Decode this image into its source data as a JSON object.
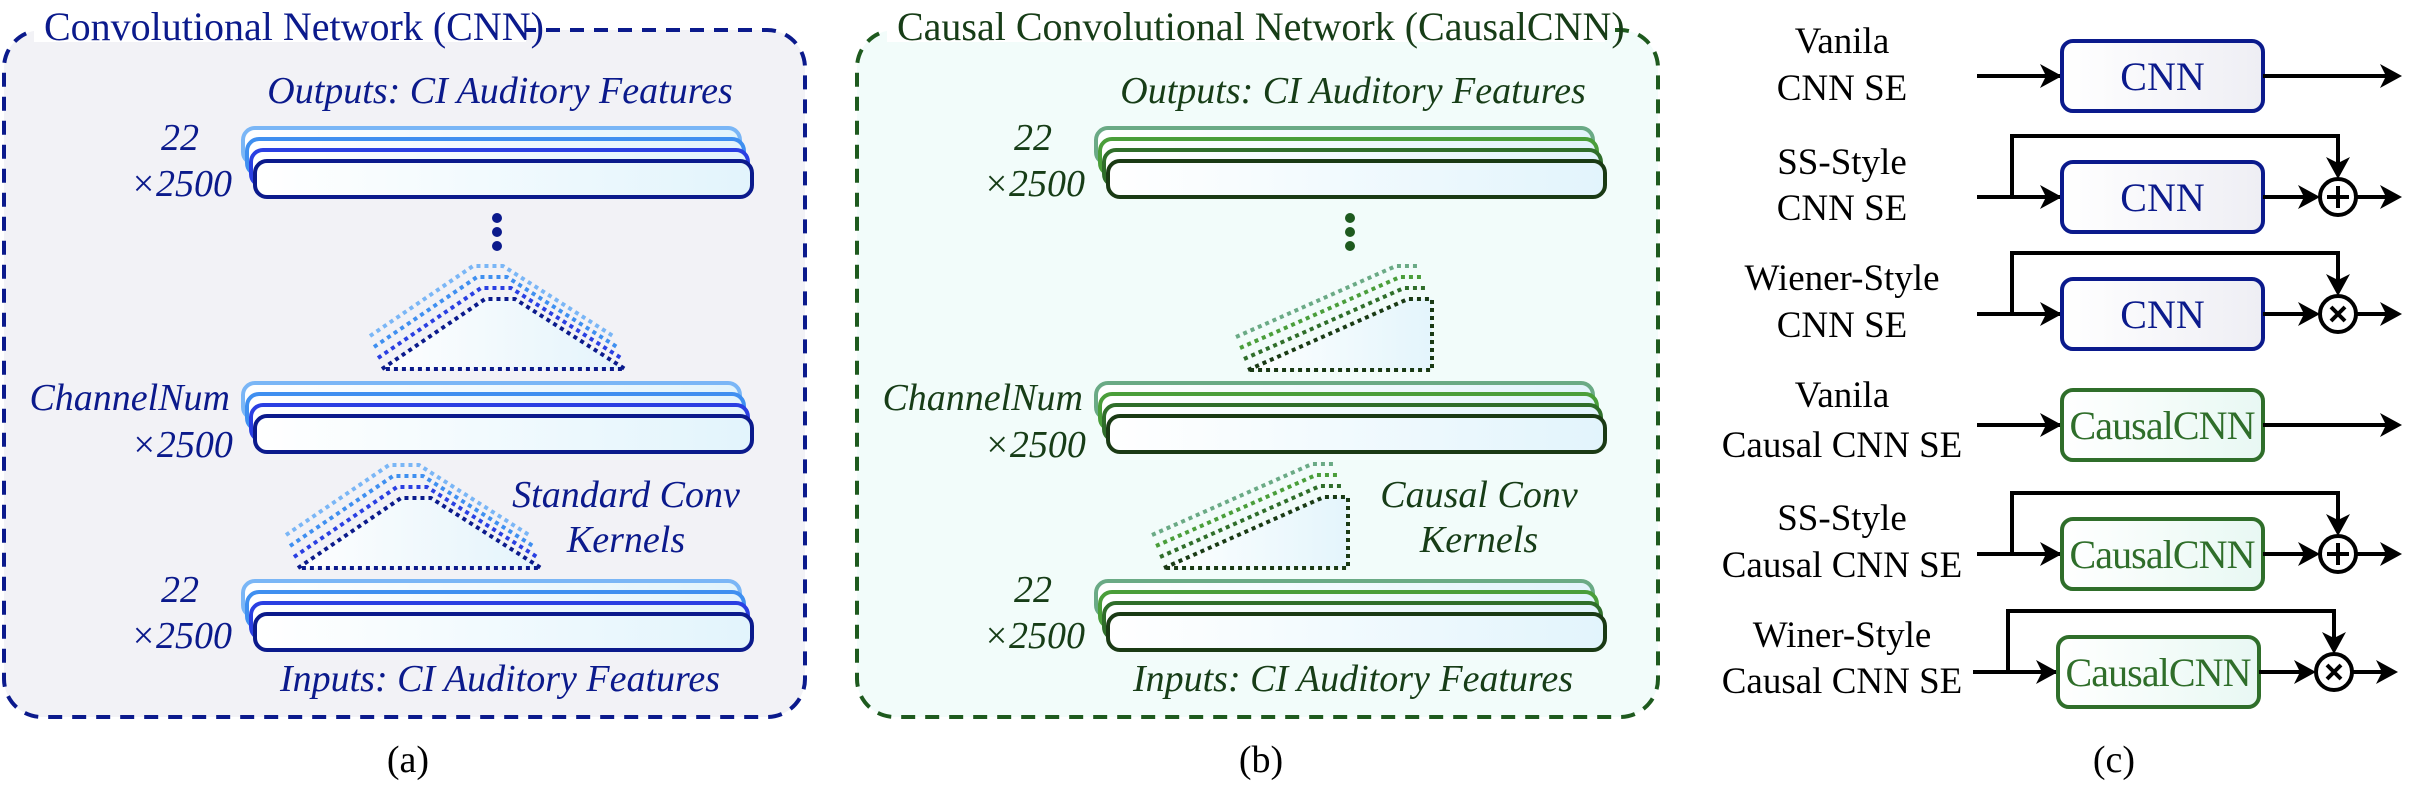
{
  "figure": {
    "panels": [
      {
        "id": "a",
        "title": "Convolutional Network (CNN)",
        "caption": "(a)",
        "outputs_label": "Outputs: CI Auditory Features",
        "inputs_label": "Inputs: CI Auditory Features",
        "top_dims": [
          "22",
          "×2500"
        ],
        "middle_dims": [
          "ChannelNum",
          "×2500"
        ],
        "bottom_dims": [
          "22",
          "×2500"
        ],
        "kernel_label": [
          "Standard Conv",
          "Kernels"
        ],
        "kernel_type": "standard",
        "colors": {
          "accent": "#0b1a8c",
          "text": "#0b1a8c",
          "layers": [
            "#7ab6f6",
            "#3f8ff0",
            "#2a3fe2",
            "#0b1a8c"
          ],
          "panel_bg": "#f2f2f6",
          "layer_fill": "#eaf6fd"
        }
      },
      {
        "id": "b",
        "title": "Causal Convolutional Network (CausalCNN)",
        "caption": "(b)",
        "outputs_label": "Outputs: CI Auditory Features",
        "inputs_label": "Inputs: CI Auditory Features",
        "top_dims": [
          "22",
          "×2500"
        ],
        "middle_dims": [
          "ChannelNum",
          "×2500"
        ],
        "bottom_dims": [
          "22",
          "×2500"
        ],
        "kernel_label": [
          "Causal Conv",
          "Kernels"
        ],
        "kernel_type": "causal",
        "colors": {
          "accent": "#1e5a1e",
          "text": "#173d17",
          "layers": [
            "#6aaa85",
            "#4a9e3a",
            "#2f6e2a",
            "#1a3a14"
          ],
          "panel_bg": "#f2fcfa",
          "layer_fill": "#eaf7fb"
        }
      }
    ],
    "variants_panel": {
      "caption": "(c)",
      "rows": [
        {
          "label": [
            "Vanila",
            "CNN SE"
          ],
          "block": "CNN",
          "style": "vanilla",
          "combiner": null,
          "family": "cnn"
        },
        {
          "label": [
            "SS-Style",
            "CNN SE"
          ],
          "block": "CNN",
          "style": "ss",
          "combiner": "+",
          "family": "cnn"
        },
        {
          "label": [
            "Wiener-Style",
            "CNN SE"
          ],
          "block": "CNN",
          "style": "wiener",
          "combiner": "×",
          "family": "cnn"
        },
        {
          "label": [
            "Vanila",
            "Causal CNN SE"
          ],
          "block": "CausalCNN",
          "style": "vanilla",
          "combiner": null,
          "family": "causal"
        },
        {
          "label": [
            "SS-Style",
            "Causal CNN SE"
          ],
          "block": "CausalCNN",
          "style": "ss",
          "combiner": "+",
          "family": "causal"
        },
        {
          "label": [
            "Winer-Style",
            "Causal CNN SE"
          ],
          "block": "CausalCNN",
          "style": "wiener",
          "combiner": "×",
          "family": "causal"
        }
      ],
      "colors": {
        "cnn_border": "#0b1a8c",
        "cnn_text": "#0b1a8c",
        "cnn_fill": "#f3f3f8",
        "causal_border": "#2f6e2a",
        "causal_text": "#2f6e2a",
        "causal_fill": "#eefbf6",
        "arrow": "#000000"
      }
    }
  }
}
